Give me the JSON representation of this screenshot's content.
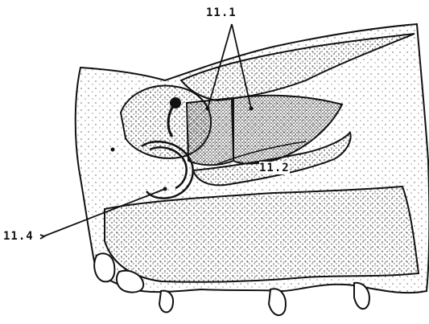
{
  "labels": {
    "top": "11.1",
    "middle": "11.2",
    "left": "11.4"
  },
  "colors": {
    "ink": "#111111",
    "paper": "#ffffff"
  }
}
